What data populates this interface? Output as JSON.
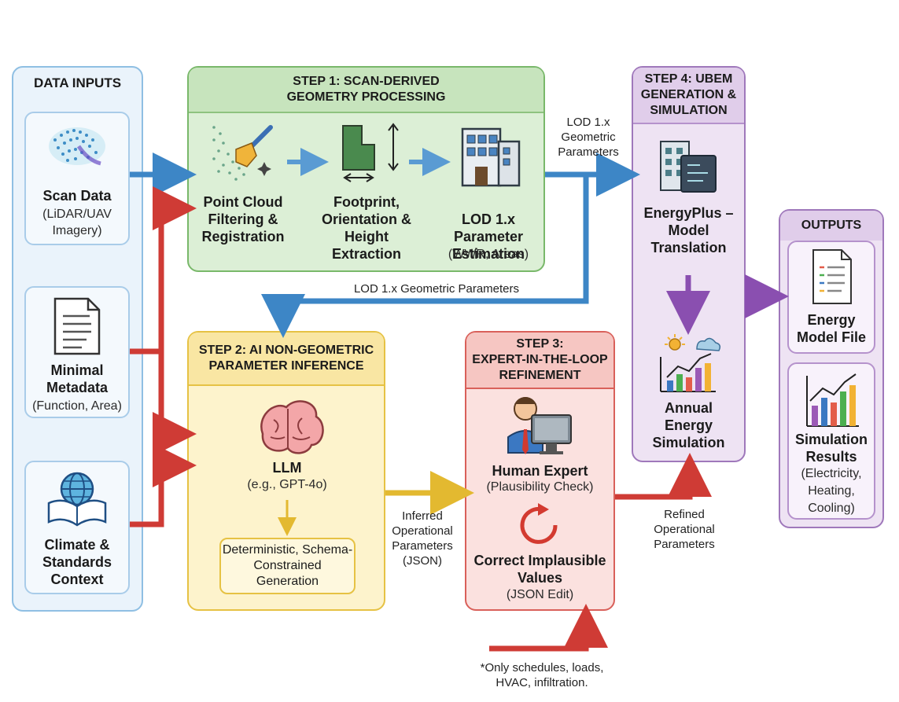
{
  "inputs": {
    "title": "DATA INPUTS",
    "scan": {
      "title": "Scan Data",
      "sub": "(LiDAR/UAV Imagery)"
    },
    "metadata": {
      "title": "Minimal Metadata",
      "sub": "(Function, Area)"
    },
    "climate": {
      "title": "Climate & Standards Context"
    }
  },
  "step1": {
    "title_line1": "STEP 1: SCAN-DERIVED",
    "title_line2": "GEOMETRY PROCESSING",
    "item1": "Point Cloud Filtering & Registration",
    "item2": "Footprint, Orientation & Height Extraction",
    "item3": "LOD 1.x Parameter Estimation",
    "item3_sub": "(WWR, Areas)"
  },
  "step2": {
    "title_line1": "STEP 2: AI NON-GEOMETRIC",
    "title_line2": "PARAMETER INFERENCE",
    "llm": "LLM",
    "llm_sub": "(e.g., GPT-4o)",
    "generation": "Deterministic, Schema-Constrained Generation"
  },
  "step3": {
    "title_line1": "STEP 3:",
    "title_line2": "EXPERT-IN-THE-LOOP",
    "title_line3": "REFINEMENT",
    "expert": "Human Expert",
    "expert_sub": "(Plausibility Check)",
    "correct": "Correct Implausible Values",
    "correct_sub": "(JSON Edit)"
  },
  "step4": {
    "title_line1": "STEP 4: UBEM",
    "title_line2": "GENERATION &",
    "title_line3": "SIMULATION",
    "translation": "EnergyPlus – Model Translation",
    "simulation": "Annual Energy Simulation"
  },
  "outputs": {
    "title": "OUTPUTS",
    "file": "Energy Model File",
    "results": "Simulation Results",
    "results_sub": "(Electricity, Heating, Cooling)"
  },
  "annotations": {
    "lod_geom_top": "LOD 1.x Geometric Parameters",
    "lod_geom_mid": "LOD 1.x Geometric Parameters",
    "inferred": "Inferred Operational Parameters (JSON)",
    "refined": "Refined Operational Parameters",
    "footnote": "*Only schedules, loads, HVAC, infiltration."
  },
  "colors": {
    "blue_arrow": "#3d86c6",
    "red_arrow": "#cf3b35",
    "yellow_arrow": "#e3b930",
    "purple_arrow": "#8a4fb0"
  }
}
